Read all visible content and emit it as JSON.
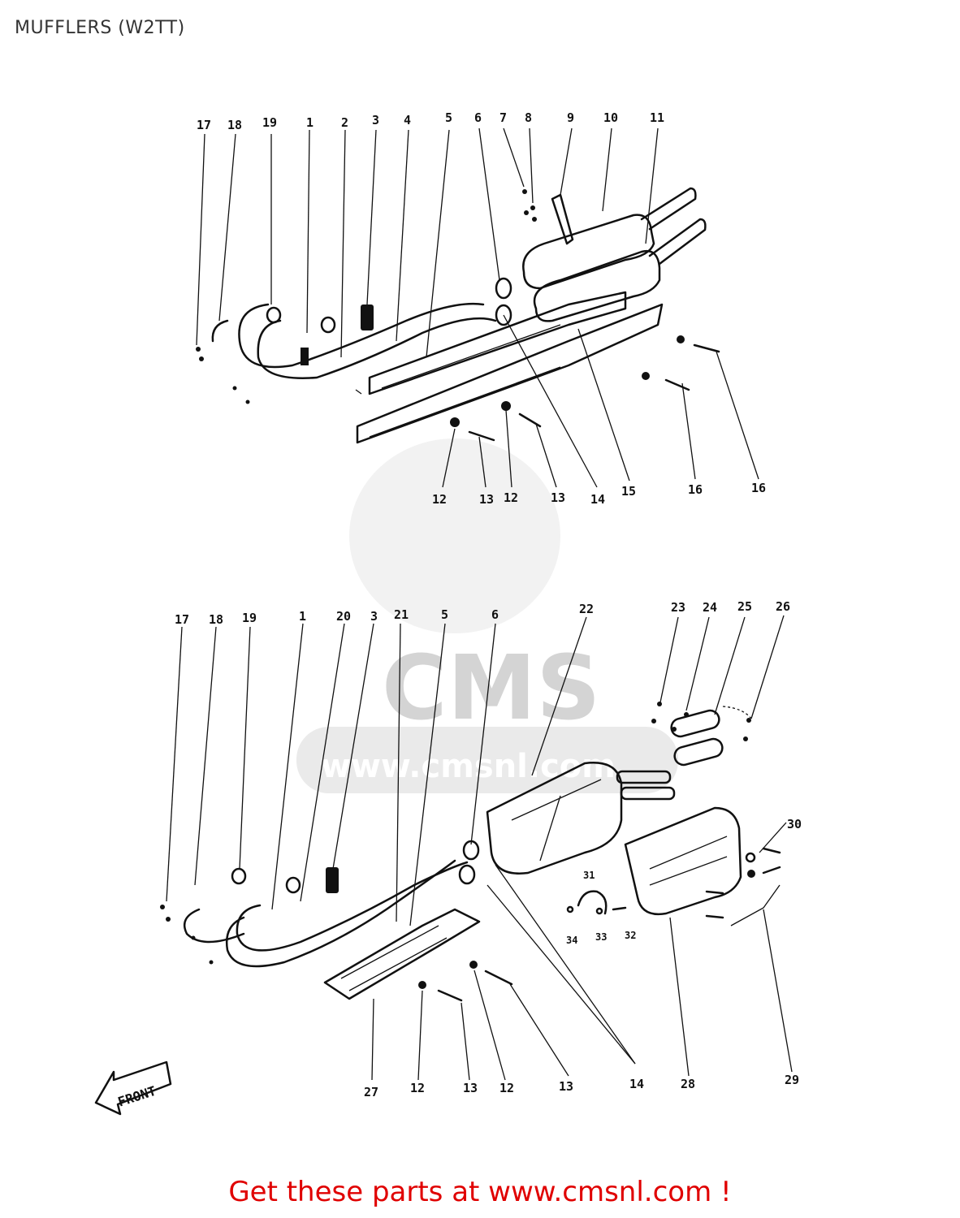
{
  "title": "MUFFLERS (W2TT)",
  "footer": "Get these parts at www.cmsnl.com !",
  "watermark": {
    "brand": "CMS",
    "url": "www.cmsnl.com"
  },
  "colors": {
    "footer": "#e00000",
    "ink": "#111111",
    "watermark": "#d9d9d9"
  },
  "front_label": "FRONT",
  "upper_callouts": [
    "17",
    "18",
    "19",
    "1",
    "2",
    "3",
    "4",
    "5",
    "6",
    "7",
    "8",
    "9",
    "10",
    "11",
    "12",
    "13",
    "12",
    "13",
    "14",
    "15",
    "16",
    "16"
  ],
  "lower_callouts": [
    "17",
    "18",
    "19",
    "1",
    "20",
    "3",
    "21",
    "5",
    "6",
    "22",
    "23",
    "24",
    "25",
    "26",
    "30",
    "31",
    "34",
    "33",
    "32",
    "28",
    "29",
    "27",
    "12",
    "13",
    "12",
    "13",
    "14"
  ]
}
